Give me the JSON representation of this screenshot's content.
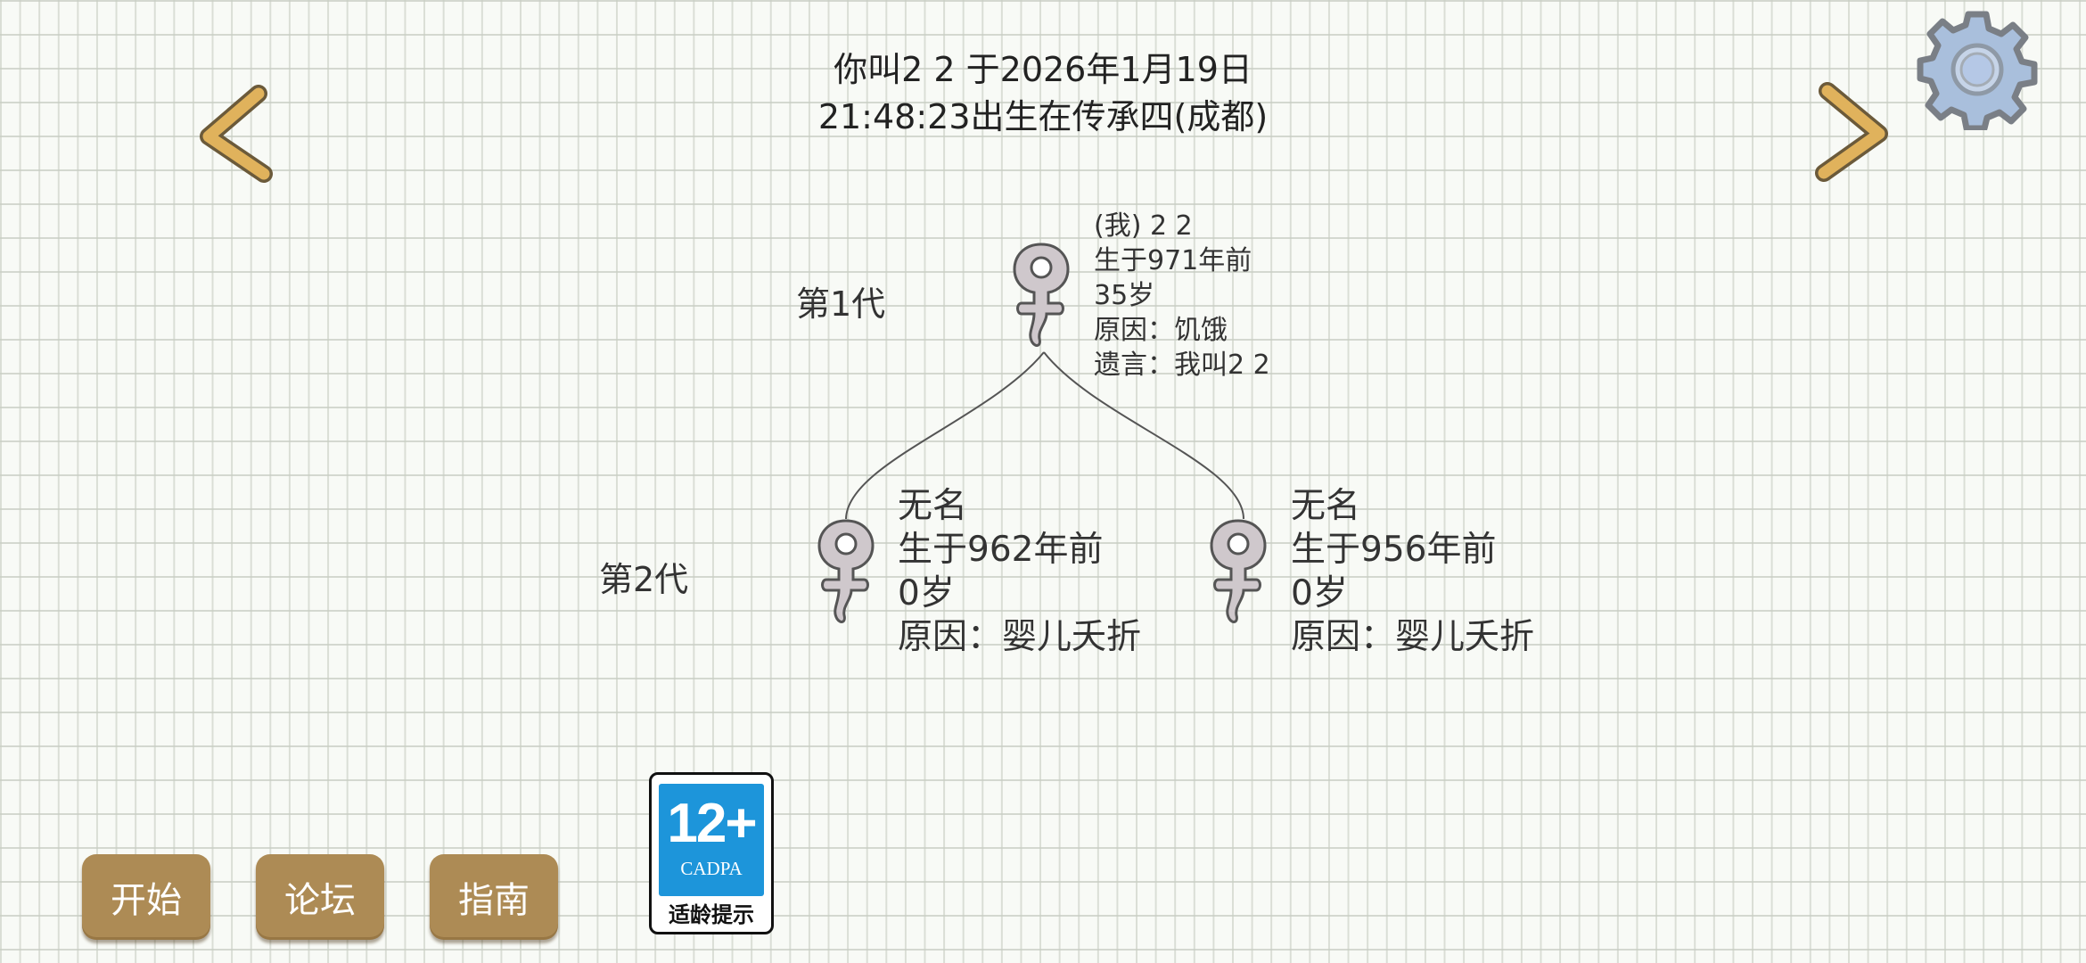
{
  "header": {
    "title_line1": "你叫2 2 于2026年1月19日",
    "title_line2": "21:48:23出生在传承四(成都)"
  },
  "nav": {
    "prev_icon": "chevron-left-icon",
    "next_icon": "chevron-right-icon",
    "settings_icon": "gear-icon"
  },
  "tree": {
    "generations": [
      {
        "label": "第1代"
      },
      {
        "label": "第2代"
      }
    ],
    "nodes": [
      {
        "gender_icon": "female-symbol-icon",
        "lines": [
          "(我) 2 2",
          "生于971年前",
          "35岁",
          "原因：饥饿",
          "遗言：我叫2 2"
        ]
      },
      {
        "gender_icon": "female-symbol-icon",
        "lines": [
          "无名",
          "生于962年前",
          "0岁",
          "原因：婴儿夭折"
        ]
      },
      {
        "gender_icon": "female-symbol-icon",
        "lines": [
          "无名",
          "生于956年前",
          "0岁",
          "原因：婴儿夭折"
        ]
      }
    ]
  },
  "buttons": {
    "start": "开始",
    "forum": "论坛",
    "guide": "指南"
  },
  "badge": {
    "age": "12+",
    "org": "CADPA",
    "tip": "适龄提示"
  },
  "colors": {
    "button": "#ad8b55",
    "badge_blue": "#1d95da"
  }
}
